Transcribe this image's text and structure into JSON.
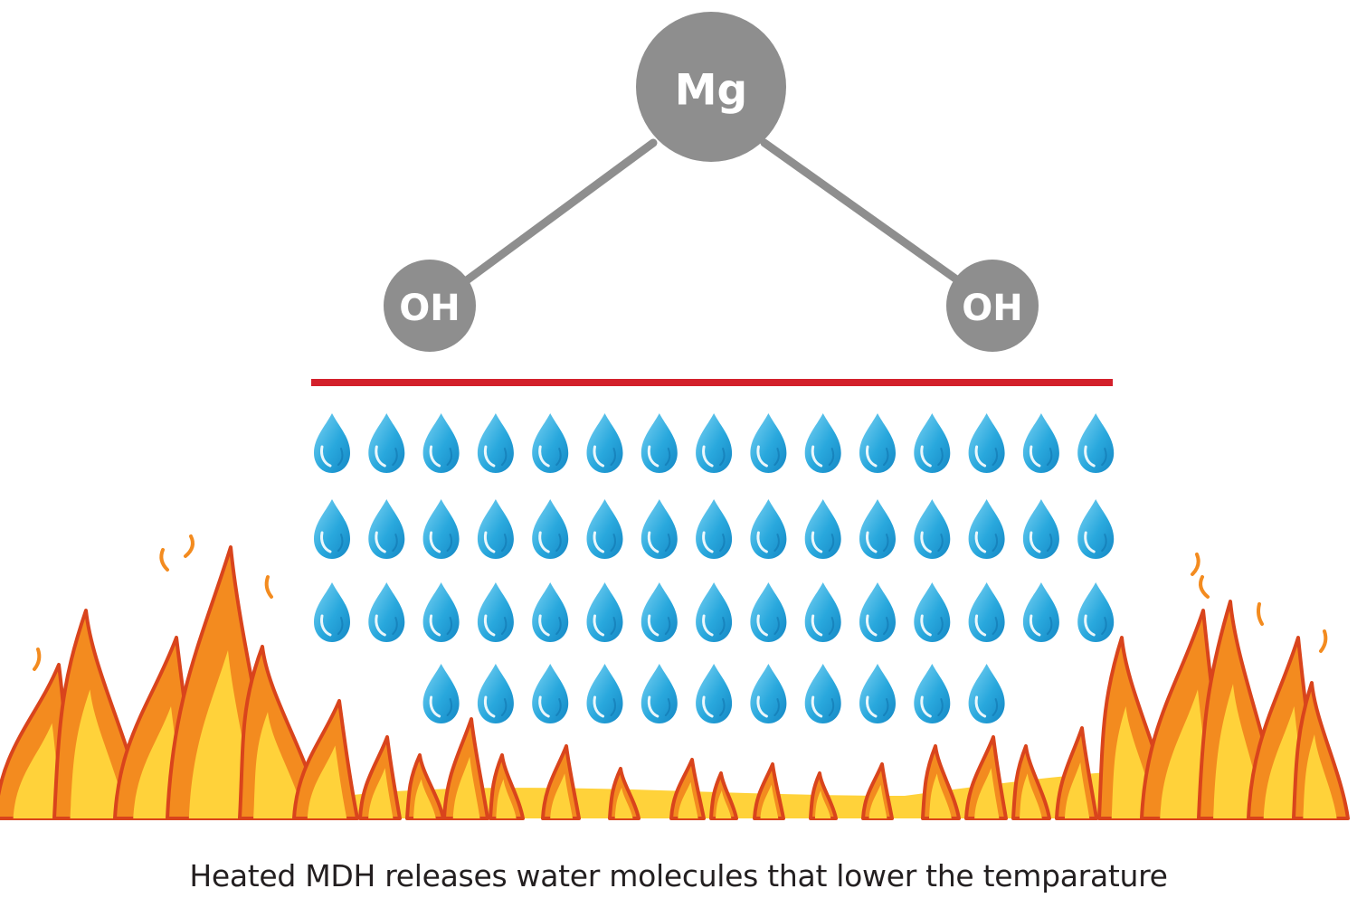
{
  "molecule": {
    "center_atom": "Mg",
    "left_group": "OH",
    "right_group": "OH"
  },
  "water": {
    "rows": [
      15,
      15,
      15,
      11
    ],
    "drop_color": "#29a8dd"
  },
  "colors": {
    "atom": "#8e8e8e",
    "bond": "#8e8e8e",
    "divider": "#d3202b",
    "flame_outer": "#d9441c",
    "flame_mid": "#f38b1f",
    "flame_inner": "#ffd23a"
  },
  "caption": "Heated MDH releases water molecules that lower the temparature"
}
